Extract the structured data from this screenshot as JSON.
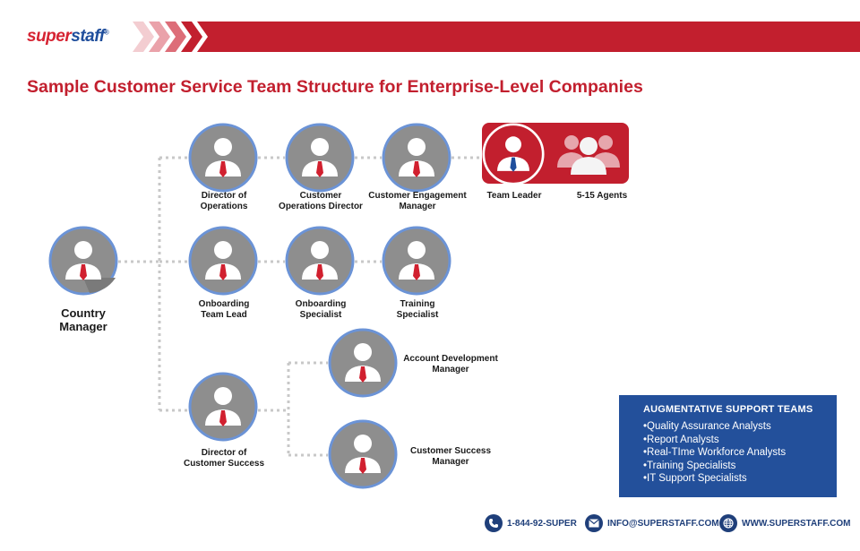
{
  "brand": {
    "logo_part1": "super",
    "logo_part2": "staff",
    "logo_mark": "®",
    "red": "#d62433",
    "blue": "#1f4e9c"
  },
  "title": "Sample Customer Service Team Structure for Enterprise-Level Companies",
  "roles": {
    "country_manager": [
      "Country",
      "Manager"
    ],
    "director_operations": [
      "Director of",
      "Operations"
    ],
    "customer_operations_director": [
      "Customer",
      "Operations Director"
    ],
    "customer_engagement_manager": [
      "Customer Engagement",
      "Manager"
    ],
    "team_leader": "Team Leader",
    "agents": "5-15 Agents",
    "onboarding_team_lead": [
      "Onboarding",
      "Team Lead"
    ],
    "onboarding_specialist": [
      "Onboarding",
      "Specialist"
    ],
    "training_specialist": [
      "Training",
      "Specialist"
    ],
    "director_customer_success": [
      "Director of",
      "Customer Success"
    ],
    "account_development_manager": [
      "Account Development",
      "Manager"
    ],
    "customer_success_manager": [
      "Customer Success",
      "Manager"
    ]
  },
  "augmentative": {
    "title": "AUGMENTATIVE SUPPORT TEAMS",
    "items": [
      "Quality Assurance Analysts",
      "Report Analysts",
      "Real-TIme Workforce Analysts",
      "Training Specialists",
      "IT Support Specialists"
    ]
  },
  "footer": {
    "phone": "1-844-92-SUPER",
    "email": "INFO@SUPERSTAFF.COM",
    "web": "WWW.SUPERSTAFF.COM"
  },
  "icons": {
    "person": "person-icon",
    "group": "group-icon",
    "phone": "phone-icon",
    "email": "envelope-icon",
    "web": "globe-icon"
  }
}
